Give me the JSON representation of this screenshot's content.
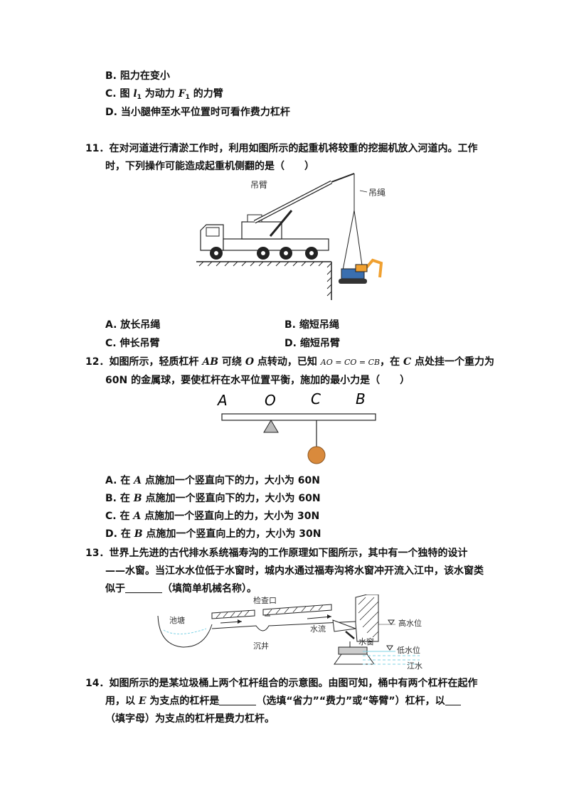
{
  "q10": {
    "opt_b": "B.  阻力在变小",
    "opt_c_pre": "C.  图 ",
    "opt_c_l": "l",
    "opt_c_l_sub": "1",
    "opt_c_mid": " 为动力 ",
    "opt_c_f": "F",
    "opt_c_f_sub": "1",
    "opt_c_post": " 的力臂",
    "opt_d": "D.  当小腿伸至水平位置时可看作费力杠杆"
  },
  "q11": {
    "line1": "11．在对河道进行清淤工作时，利用如图所示的起重机将较重的挖掘机放入河道内。工作",
    "line2": "时，下列操作可能造成起重机侧翻的是（　　）",
    "fig_label_boom": "吊臂",
    "fig_label_rope": "吊绳",
    "opt_a": "A.  放长吊绳",
    "opt_b": "B.  缩短吊绳",
    "opt_c": "C.  伸长吊臂",
    "opt_d": "D.  缩短吊臂"
  },
  "q12": {
    "line1_pre": "12．如图所示，轻质杠杆 ",
    "ab": "AB",
    "line1_mid": " 可绕 ",
    "o": "O",
    "line1_mid2": " 点转动，已知 ",
    "eq": "AO = CO = CB",
    "line1_mid3": "，在 ",
    "c": "C",
    "line1_post": " 点处挂一个重力为",
    "line2": "60N 的金属球，要使杠杆在水平位置平衡，施加的最小力是（　　）",
    "fig_a": "A",
    "fig_o": "O",
    "fig_c": "C",
    "fig_b": "B",
    "opt_a_pre": "A.  在 ",
    "opt_a_pt": "A",
    "opt_a_post": " 点施加一个竖直向下的力，大小为 60N",
    "opt_b_pre": "B.  在 ",
    "opt_b_pt": "B",
    "opt_b_post": " 点施加一个竖直向下的力，大小为 60N",
    "opt_c_pre": "C.  在 ",
    "opt_c_pt": "A",
    "opt_c_post": " 点施加一个竖直向上的力，大小为 30N",
    "opt_d_pre": "D.  在 ",
    "opt_d_pt": "B",
    "opt_d_post": " 点施加一个竖直向上的力，大小为 30N"
  },
  "q13": {
    "line1": "13．世界上先进的古代排水系统福寿沟的工作原理如下图所示，其中有一个独特的设计",
    "line2": "——水窗。当江水水位低于水窗时，城内水通过福寿沟将水窗冲开流入江中，该水窗类",
    "line3_pre": "似于",
    "line3_post": "（填简单机械名称）。",
    "fig_pond": "池塘",
    "fig_inspect": "检查口",
    "fig_well": "沉井",
    "fig_flow": "水流",
    "fig_window": "水窗",
    "fig_high": "高水位",
    "fig_low": "低水位",
    "fig_river": "江水"
  },
  "q14": {
    "line1": "14．如图所示的是某垃圾桶上两个杠杆组合的示意图。由图可知，桶中有两个杠杆在起作",
    "line2_pre": "用，以 ",
    "e": "E",
    "line2_mid": " 为支点的杠杆是",
    "line2_mid2": "（选填“省力”“费力”或“等臂”）杠杆，以",
    "line3": "（填字母）为支点的杠杆是费力杠杆。"
  },
  "colors": {
    "ball": "#d98a3c",
    "excavator": "#f0a030",
    "cab": "#3a6fb0",
    "water": "#7fd3e6"
  }
}
